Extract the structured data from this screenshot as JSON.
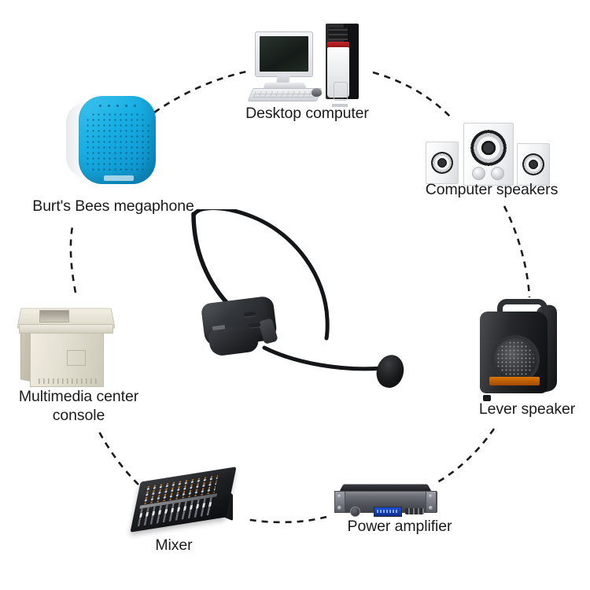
{
  "page": {
    "title": "Headset microphone audio system compatibility diagram",
    "background_color": "#ffffff",
    "label_color": "#1b1b1b"
  },
  "center": {
    "name": "headset-microphone",
    "label": "",
    "description": "Black wireless headset microphone with headband, control body and boom mic"
  },
  "nodes": [
    {
      "id": "desktop-computer",
      "label": "Desktop computer",
      "icon": "desktop-computer-icon",
      "position": "top"
    },
    {
      "id": "computer-speakers",
      "label": "Computer speakers",
      "icon": "computer-speakers-icon",
      "position": "top-right"
    },
    {
      "id": "lever-speaker",
      "label": "Lever speaker",
      "icon": "portable-pa-speaker-icon",
      "position": "right"
    },
    {
      "id": "power-amplifier",
      "label": "Power amplifier",
      "icon": "rack-amplifier-icon",
      "position": "bottom-right"
    },
    {
      "id": "mixer",
      "label": "Mixer",
      "icon": "audio-mixer-icon",
      "position": "bottom"
    },
    {
      "id": "multimedia-center-console",
      "label": "Multimedia center\nconsole",
      "label_line1": "Multimedia center",
      "label_line2": "console",
      "icon": "multimedia-console-icon",
      "position": "bottom-left"
    },
    {
      "id": "burts-bees-megaphone",
      "label": "Burt's Bees megaphone",
      "icon": "bluetooth-speaker-icon",
      "position": "left"
    }
  ],
  "connectors": {
    "style": "dashed",
    "color": "#1b1b1b",
    "dash_pattern": "8 7",
    "width": 2.6,
    "count": 7
  },
  "colors": {
    "megaphone_blue": "#17aee4",
    "amplifier_lcd_blue": "#1c4fd8",
    "lever_panel_orange": "#d97706",
    "console_beige": "#e4e0d2",
    "speaker_white": "#f2f3f4",
    "device_black": "#1b1d20"
  }
}
